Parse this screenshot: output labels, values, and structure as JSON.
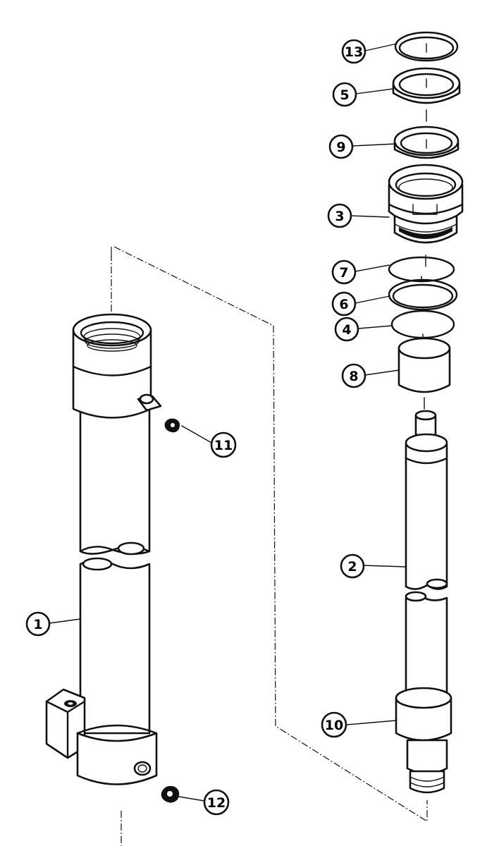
{
  "figure": {
    "callouts": [
      {
        "id": "c13",
        "label": "13"
      },
      {
        "id": "c5",
        "label": "5"
      },
      {
        "id": "c9",
        "label": "9"
      },
      {
        "id": "c3",
        "label": "3"
      },
      {
        "id": "c7",
        "label": "7"
      },
      {
        "id": "c6",
        "label": "6"
      },
      {
        "id": "c4",
        "label": "4"
      },
      {
        "id": "c8",
        "label": "8"
      },
      {
        "id": "c11",
        "label": "11"
      },
      {
        "id": "c2",
        "label": "2"
      },
      {
        "id": "c1",
        "label": "1"
      },
      {
        "id": "c10",
        "label": "10"
      },
      {
        "id": "c12",
        "label": "12"
      }
    ]
  }
}
